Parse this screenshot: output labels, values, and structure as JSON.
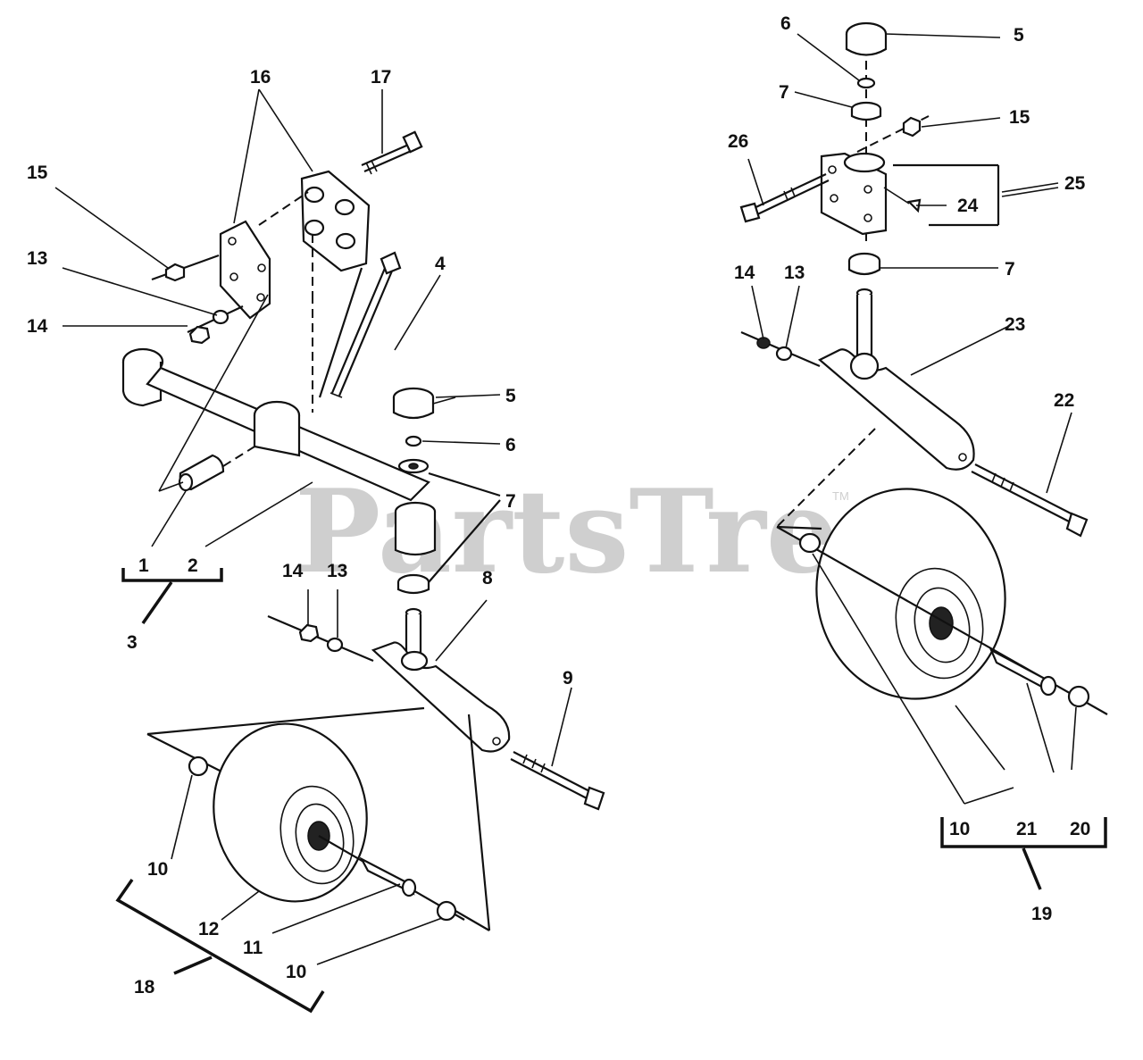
{
  "watermark": {
    "text": "PartsTree",
    "mark": "TM"
  },
  "callouts": {
    "l1": "1",
    "l2": "2",
    "l3": "3",
    "l4": "4",
    "l5": "5",
    "l6": "6",
    "l7": "7",
    "l8": "8",
    "l9": "9",
    "l10a": "10",
    "l10b": "10",
    "l11": "11",
    "l12": "12",
    "l13": "13",
    "l14": "14",
    "l15": "15",
    "l16": "16",
    "l17": "17",
    "l18": "18",
    "r5": "5",
    "r6": "6",
    "r7a": "7",
    "r7b": "7",
    "r10": "10",
    "r13": "13",
    "r14": "14",
    "r15": "15",
    "r19": "19",
    "r20": "20",
    "r21": "21",
    "r22": "22",
    "r23": "23",
    "r24": "24",
    "r25": "25",
    "r26": "26"
  }
}
